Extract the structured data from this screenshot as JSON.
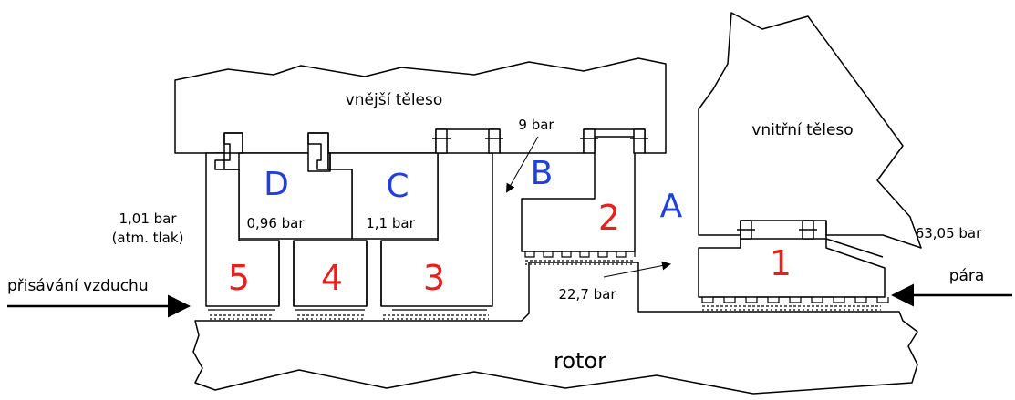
{
  "colors": {
    "stage": "#e8201b",
    "chamber": "#1f3fe0",
    "line": "#000000"
  },
  "labels": {
    "outer_casing": "vnější těleso",
    "inner_casing": "vnitřní těleso",
    "rotor": "rotor",
    "air_intake": "přisávání vzduchu",
    "steam": "pára",
    "pressure_atm": "1,01 bar",
    "pressure_atm_note": "(atm. tlak)",
    "pressure_d": "0,96 bar",
    "pressure_c": "1,1 bar",
    "pressure_b": "9 bar",
    "pressure_a": "22,7 bar",
    "pressure_inlet": "63,05 bar"
  },
  "chambers": {
    "a": "A",
    "b": "B",
    "c": "C",
    "d": "D"
  },
  "stages": {
    "s1": "1",
    "s2": "2",
    "s3": "3",
    "s4": "4",
    "s5": "5"
  }
}
